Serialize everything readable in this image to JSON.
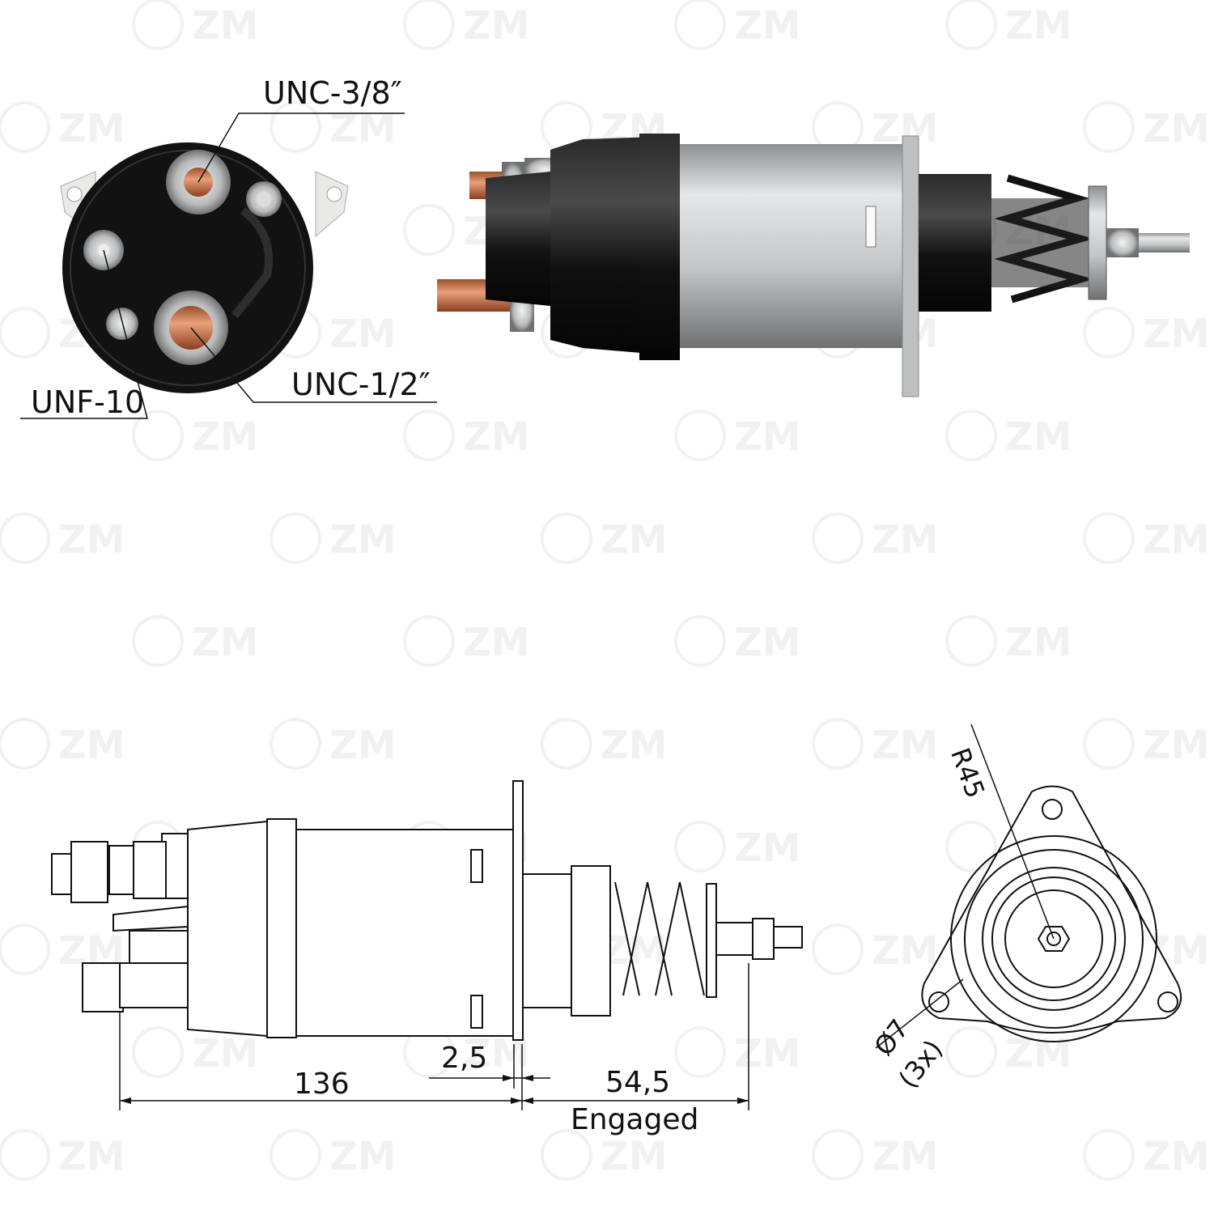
{
  "watermark": "ZM",
  "end_view_labels": {
    "top_terminal": "UNC-3/8″",
    "bottom_terminal": "UNC-1/2″",
    "small_terminal": "UNF-10"
  },
  "side_drawing_dimensions": {
    "overall_length": "136",
    "flange_thickness": "2,5",
    "plunger_length": "54,5",
    "plunger_state": "Engaged"
  },
  "front_drawing_dimensions": {
    "radius": "R45",
    "hole_diameter": "Ø7",
    "hole_count": "(3x)"
  },
  "colors": {
    "body_black": "#141414",
    "silver": "#c9cbcc",
    "copper": "#c8764a",
    "line": "#111111"
  }
}
